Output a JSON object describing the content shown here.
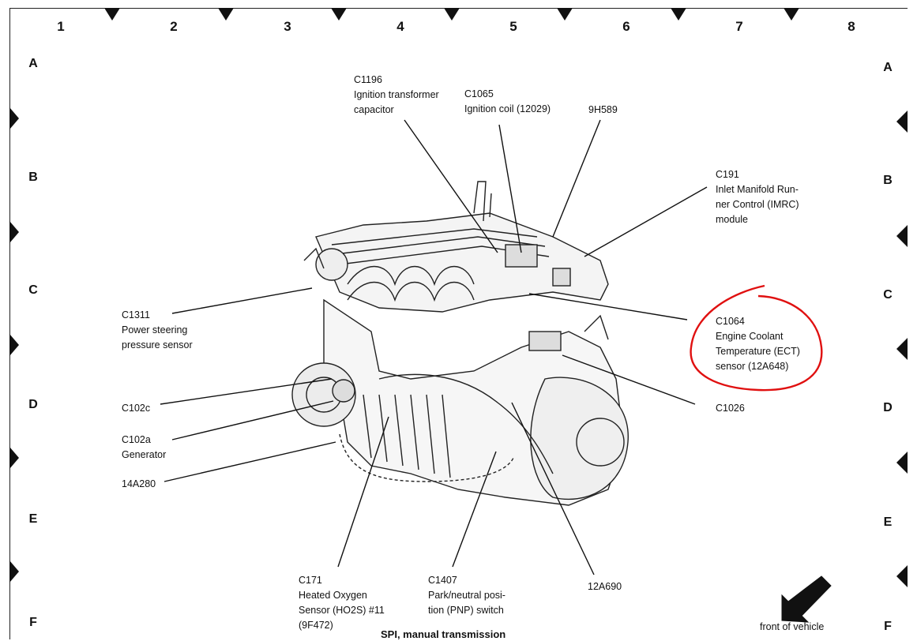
{
  "grid": {
    "columns": [
      "1",
      "2",
      "3",
      "4",
      "5",
      "6",
      "7",
      "8"
    ],
    "rows": [
      "A",
      "B",
      "C",
      "D",
      "E",
      "F"
    ]
  },
  "labels": {
    "c1196": "C1196\nIgnition transformer\ncapacitor",
    "c1065": "C1065\nIgnition coil (12029)",
    "h589": "9H589",
    "c191": "C191\nInlet Manifold Run-\nner Control (IMRC)\nmodule",
    "c1311": "C1311\nPower steering\npressure sensor",
    "c1064": "C1064\nEngine Coolant\nTemperature (ECT)\nsensor (12A648)",
    "c102c": "C102c",
    "c1026": "C1026",
    "c102a": "C102a\nGenerator",
    "a280": "14A280",
    "c171": "C171\nHeated Oxygen\nSensor (HO2S) #11\n(9F472)",
    "c1407": "C1407\nPark/neutral posi-\ntion (PNP) switch",
    "a690": "12A690",
    "front": "front of vehicle"
  },
  "caption": "SPI, manual transmission",
  "colors": {
    "highlight": "#e01010",
    "ink": "#111111"
  }
}
